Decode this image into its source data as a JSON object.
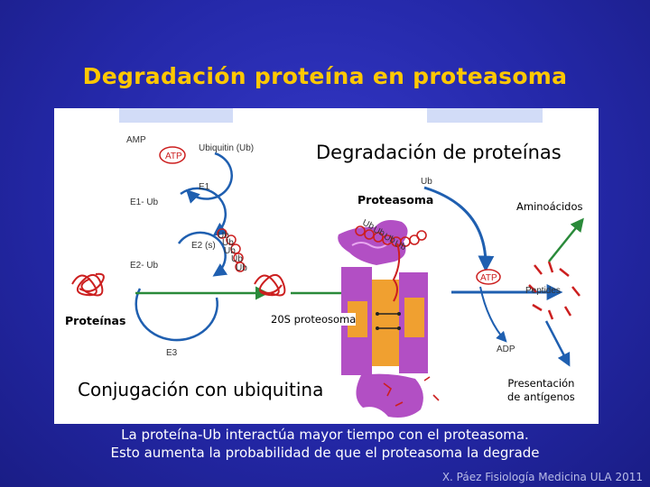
{
  "title": "Degradación proteína en proteasoma",
  "figure": {
    "heading": "Degradación de proteínas",
    "proteasoma": "Proteasoma",
    "aminoacidos": "Aminoácidos",
    "proteinas": "Proteínas",
    "proteosoma_20s": "20S proteosoma",
    "conjugacion": "Conjugación con ubiquitina",
    "presentacion_line1": "Presentación",
    "presentacion_line2": "de antígenos",
    "small_labels": {
      "amp": "AMP",
      "atp": "ATP",
      "ubiquitin": "Ubiquitin (Ub)",
      "e1": "E1",
      "e1_ub": "E1- Ub",
      "e2s": "E2 (s)",
      "e2_ub": "E2- Ub",
      "e3": "E3",
      "ub": "Ub",
      "peptides": "Peptides",
      "adp": "ADP"
    }
  },
  "caption_line1": "La proteína-Ub interactúa mayor tiempo con el proteasoma.",
  "caption_line2": "Esto aumenta la probabilidad de que el proteasoma la degrade",
  "credit": "X. Páez Fisiología Medicina ULA 2011",
  "colors": {
    "background": "#2428a8",
    "title": "#ffc800",
    "arrow": "#1f5fb0",
    "green_arrow": "#2a8a3a",
    "proteasome_purple": "#b24fc4",
    "proteasome_orange": "#f0a030",
    "ubiquitin_red": "#cc1f1f"
  }
}
